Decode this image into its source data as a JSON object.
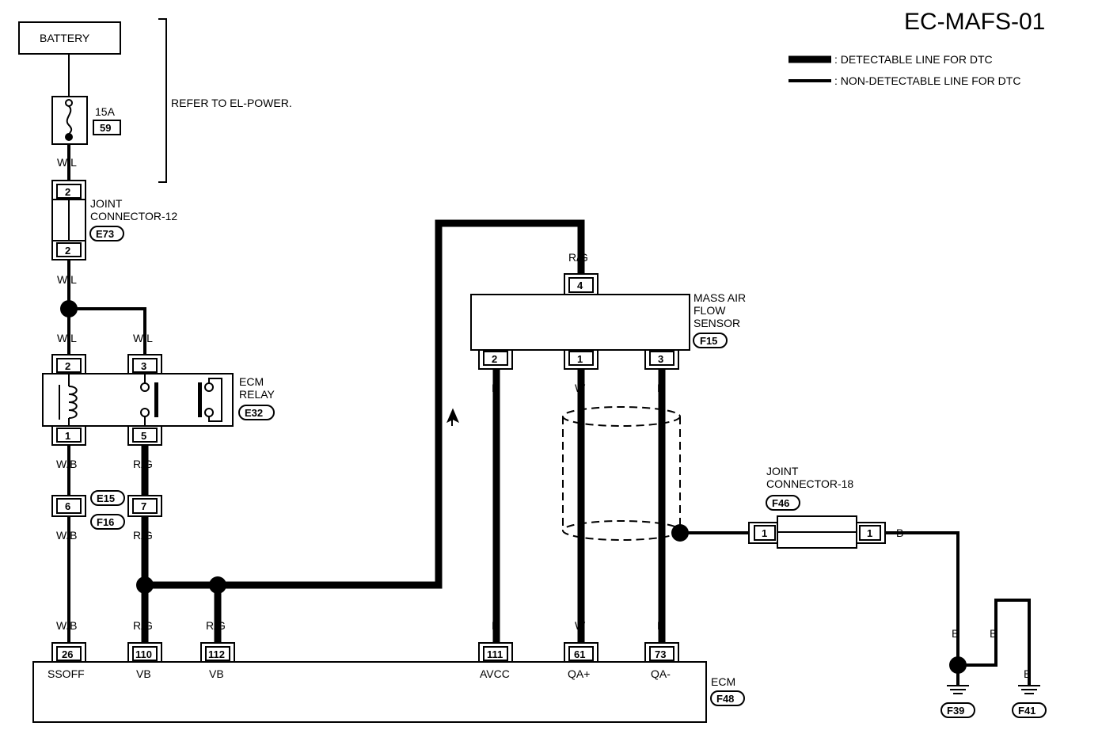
{
  "title": "EC-MAFS-01",
  "legend": {
    "detectable": ": DETECTABLE LINE FOR DTC",
    "non_detectable": ": NON-DETECTABLE LINE FOR DTC"
  },
  "battery": {
    "label": "BATTERY"
  },
  "fuse": {
    "rating": "15A",
    "number": "59"
  },
  "refer_note": "REFER TO EL-POWER.",
  "joint_connector_12": {
    "name_line1": "JOINT",
    "name_line2": "CONNECTOR-12",
    "connector": "E73",
    "pin_top": "2",
    "pin_bottom": "2"
  },
  "ecm_relay": {
    "name_line1": "ECM",
    "name_line2": "RELAY",
    "connector": "E32",
    "pins": {
      "p2": "2",
      "p3": "3",
      "p1": "1",
      "p5": "5"
    }
  },
  "inline_connector": {
    "pin_a": "6",
    "pin_b": "7",
    "conn_top": "E15",
    "conn_bottom": "F16"
  },
  "maf_sensor": {
    "name_line1": "MASS AIR",
    "name_line2": "FLOW",
    "name_line3": "SENSOR",
    "connector": "F15",
    "pin_top": "4",
    "pins": {
      "p2": "2",
      "p1": "1",
      "p3": "3"
    }
  },
  "joint_connector_18": {
    "name_line1": "JOINT",
    "name_line2": "CONNECTOR-18",
    "connector": "F46",
    "pin_left": "1",
    "pin_right": "1"
  },
  "wires": {
    "wl_1": "W/L",
    "wl_2": "W/L",
    "wl_3": "W/L",
    "wl_4": "W/L",
    "wb_1": "W/B",
    "wb_2": "W/B",
    "wb_3": "W/B",
    "rg_1": "R/G",
    "rg_2": "R/G",
    "rg_3": "R/G",
    "rg_4": "R/G",
    "rg_5": "R/G",
    "r_1": "R",
    "r_2": "R",
    "w_1": "W",
    "w_2": "W",
    "b_1": "B",
    "b_2": "B",
    "b_3": "B",
    "b_4": "B",
    "b_5": "B",
    "b_6": "B"
  },
  "ecm": {
    "name": "ECM",
    "connector": "F48",
    "terminals": [
      {
        "pin": "26",
        "name": "SSOFF"
      },
      {
        "pin": "110",
        "name": "VB"
      },
      {
        "pin": "112",
        "name": "VB"
      },
      {
        "pin": "111",
        "name": "AVCC"
      },
      {
        "pin": "61",
        "name": "QA+"
      },
      {
        "pin": "73",
        "name": "QA-"
      }
    ]
  },
  "grounds": [
    {
      "connector": "F39"
    },
    {
      "connector": "F41"
    }
  ]
}
